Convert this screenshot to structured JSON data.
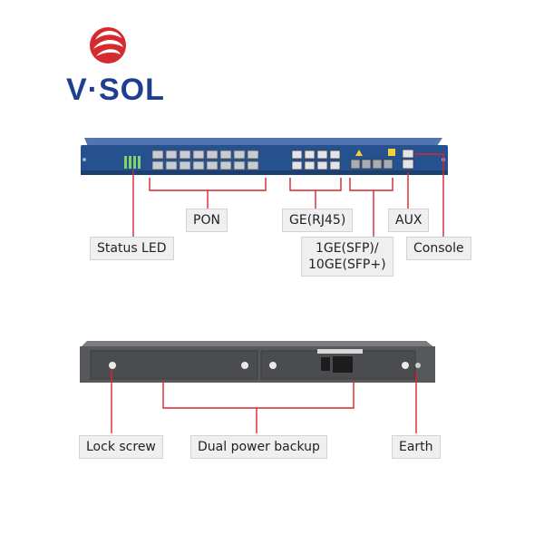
{
  "logo": {
    "text": "V·SOL"
  },
  "front_labels": {
    "pon": "PON",
    "ge_rj45": "GE(RJ45)",
    "aux": "AUX",
    "status_led": "Status LED",
    "sfp": "1GE(SFP)/\n10GE(SFP+)",
    "console": "Console"
  },
  "rear_labels": {
    "lock_screw": "Lock screw",
    "dual_power": "Dual power backup",
    "earth": "Earth"
  },
  "colors": {
    "callout": "#d9262c",
    "front_panel": "#25528f",
    "rear_panel": "#56585c",
    "brand": "#1e3f8f"
  }
}
